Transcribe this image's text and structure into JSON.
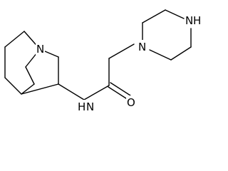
{
  "structure": {
    "atoms": {
      "n_quinuclidine": "N",
      "n_amide": "N",
      "h_amide": "H",
      "o_carbonyl": "O",
      "n_piperazine_1": "N",
      "n_piperazine_4": "N",
      "h_piperazine": "H"
    }
  }
}
